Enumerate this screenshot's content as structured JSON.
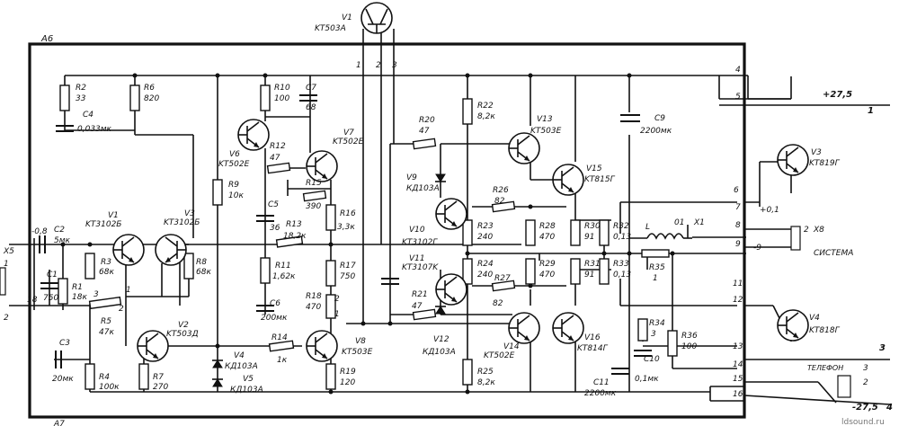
{
  "board": {
    "title": "A6",
    "bottom_label": "A7",
    "watermark": "ldsound.ru"
  },
  "transistors": [
    {
      "ref": "V1",
      "type": "KT503A"
    },
    {
      "ref": "V1",
      "type": "KT3102Б"
    },
    {
      "ref": "V3",
      "type": "KT3102Б"
    },
    {
      "ref": "V2",
      "type": "KT503Д"
    },
    {
      "ref": "V6",
      "type": "KT502E"
    },
    {
      "ref": "V7",
      "type": "KT502E"
    },
    {
      "ref": "V8",
      "type": "KT503E"
    },
    {
      "ref": "V10",
      "type": "KT3102Г"
    },
    {
      "ref": "V11",
      "type": "KT3107K"
    },
    {
      "ref": "V13",
      "type": "KT503E"
    },
    {
      "ref": "V14",
      "type": "KT502E"
    },
    {
      "ref": "V15",
      "type": "KT815Г"
    },
    {
      "ref": "V16",
      "type": "KT814Г"
    },
    {
      "ref": "V3",
      "type": "KT819Г"
    },
    {
      "ref": "V4",
      "type": "KT818Г"
    }
  ],
  "resistors": [
    {
      "ref": "R2",
      "value": "33"
    },
    {
      "ref": "R6",
      "value": "820"
    },
    {
      "ref": "R10",
      "value": "100"
    },
    {
      "ref": "R12",
      "value": "47"
    },
    {
      "ref": "R9",
      "value": "10к"
    },
    {
      "ref": "R15",
      "value": "390"
    },
    {
      "ref": "R16",
      "value": "3,3к"
    },
    {
      "ref": "R13",
      "value": "18,2к"
    },
    {
      "ref": "R11",
      "value": "1,62к"
    },
    {
      "ref": "R17",
      "value": "750"
    },
    {
      "ref": "R18",
      "value": "470"
    },
    {
      "ref": "R14",
      "value": "1к"
    },
    {
      "ref": "R19",
      "value": "120"
    },
    {
      "ref": "R3",
      "value": "68к"
    },
    {
      "ref": "R1",
      "value": "18к"
    },
    {
      "ref": "R5",
      "value": "47к"
    },
    {
      "ref": "R8",
      "value": "68к"
    },
    {
      "ref": "R4",
      "value": "100к"
    },
    {
      "ref": "R7",
      "value": "270"
    },
    {
      "ref": "R20",
      "value": "47"
    },
    {
      "ref": "R21",
      "value": "47"
    },
    {
      "ref": "R22",
      "value": "8,2к"
    },
    {
      "ref": "R23",
      "value": "240"
    },
    {
      "ref": "R24",
      "value": "240"
    },
    {
      "ref": "R25",
      "value": "8,2к"
    },
    {
      "ref": "R26",
      "value": "82"
    },
    {
      "ref": "R27",
      "value": "82"
    },
    {
      "ref": "R28",
      "value": "470"
    },
    {
      "ref": "R29",
      "value": "470"
    },
    {
      "ref": "R30",
      "value": "91"
    },
    {
      "ref": "R31",
      "value": "91"
    },
    {
      "ref": "R32",
      "value": "0,13"
    },
    {
      "ref": "R33",
      "value": "0,13"
    },
    {
      "ref": "R35",
      "value": "1"
    },
    {
      "ref": "R34",
      "value": "3"
    },
    {
      "ref": "R36",
      "value": "100"
    }
  ],
  "capacitors": [
    {
      "ref": "C4",
      "value": "0,033мк"
    },
    {
      "ref": "C7",
      "value": "68"
    },
    {
      "ref": "C5",
      "value": "36"
    },
    {
      "ref": "C6",
      "value": "200мк"
    },
    {
      "ref": "C2",
      "value": "5мк"
    },
    {
      "ref": "C1",
      "value": "750"
    },
    {
      "ref": "C3",
      "value": "20мк"
    },
    {
      "ref": "C9",
      "value": "2200мк"
    },
    {
      "ref": "C10",
      "value": "0,1мк"
    },
    {
      "ref": "C11",
      "value": "2200мк"
    }
  ],
  "diodes": [
    {
      "ref": "V9",
      "type": "КД103А"
    },
    {
      "ref": "V12",
      "type": "КД103А"
    },
    {
      "ref": "V4",
      "type": "КД103А"
    },
    {
      "ref": "V5",
      "type": "КД103А"
    }
  ],
  "inductor": {
    "ref": "L"
  },
  "test_point": {
    "ref": "01",
    "connector": "X1"
  },
  "pins_right": [
    "4",
    "5",
    "6",
    "7",
    "8",
    "9",
    "11",
    "12",
    "13",
    "14",
    "15",
    "16"
  ],
  "pins_top": [
    "1",
    "2",
    "3"
  ],
  "pot_pins": [
    "1",
    "2",
    "3"
  ],
  "misc_labels": [
    "2",
    "1",
    "+0,1",
    "-9",
    "-0,8",
    "18"
  ],
  "rails": {
    "positive": "+27,5",
    "negative": "-27,5",
    "pos_pin": "1",
    "neg_pin": "4",
    "neg_pin2": "3"
  },
  "connectors": {
    "x5": {
      "ref": "X5",
      "pins": [
        "1",
        "2"
      ]
    },
    "x8": {
      "ref": "X8",
      "label": "СИСТЕМА",
      "pin": "2"
    },
    "phone": {
      "label": "ТЕЛЕФОН",
      "pins": [
        "3",
        "2"
      ]
    }
  }
}
